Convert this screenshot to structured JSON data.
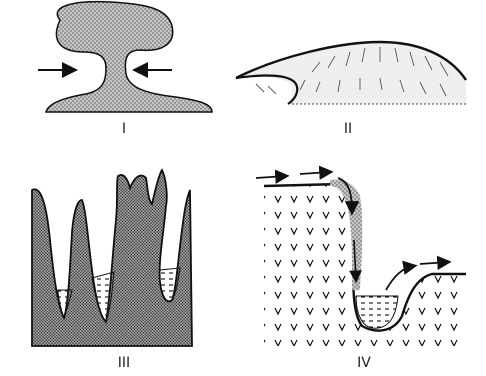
{
  "panels": [
    {
      "id": "I",
      "label": "I"
    },
    {
      "id": "II",
      "label": "II"
    },
    {
      "id": "III",
      "label": "III"
    },
    {
      "id": "IV",
      "label": "IV"
    }
  ],
  "colors": {
    "ink": "#111111",
    "stipple_fill": "#b8b8b8",
    "dark_stipple_fill": "#8a8a8a",
    "background": "#ffffff"
  }
}
